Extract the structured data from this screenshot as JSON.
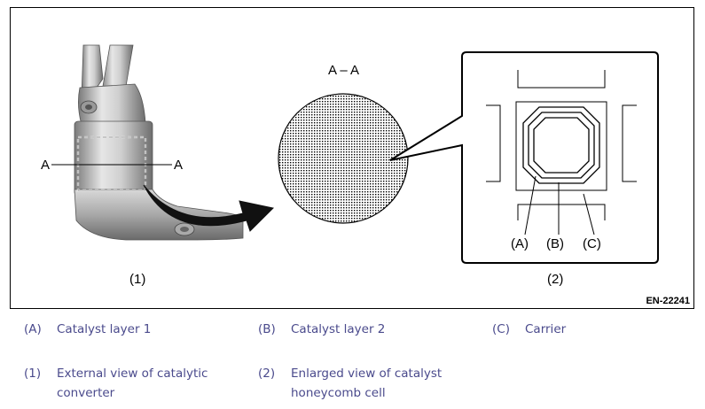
{
  "figure": {
    "section_label": "A – A",
    "cut_label_left": "A",
    "cut_label_right": "A",
    "view_label_1": "(1)",
    "view_label_2": "(2)",
    "callout_a": "(A)",
    "callout_b": "(B)",
    "callout_c": "(C)",
    "figure_code": "EN-22241"
  },
  "legend": [
    {
      "key": "(A)",
      "text": "Catalyst layer 1"
    },
    {
      "key": "(B)",
      "text": "Catalyst layer 2"
    },
    {
      "key": "(C)",
      "text": "Carrier"
    },
    {
      "key": "(1)",
      "text": "External view of catalytic converter"
    },
    {
      "key": "(2)",
      "text": "Enlarged view of catalyst honeycomb cell"
    }
  ],
  "colors": {
    "legend_text": "#4a4a8c",
    "frame": "#000000"
  }
}
